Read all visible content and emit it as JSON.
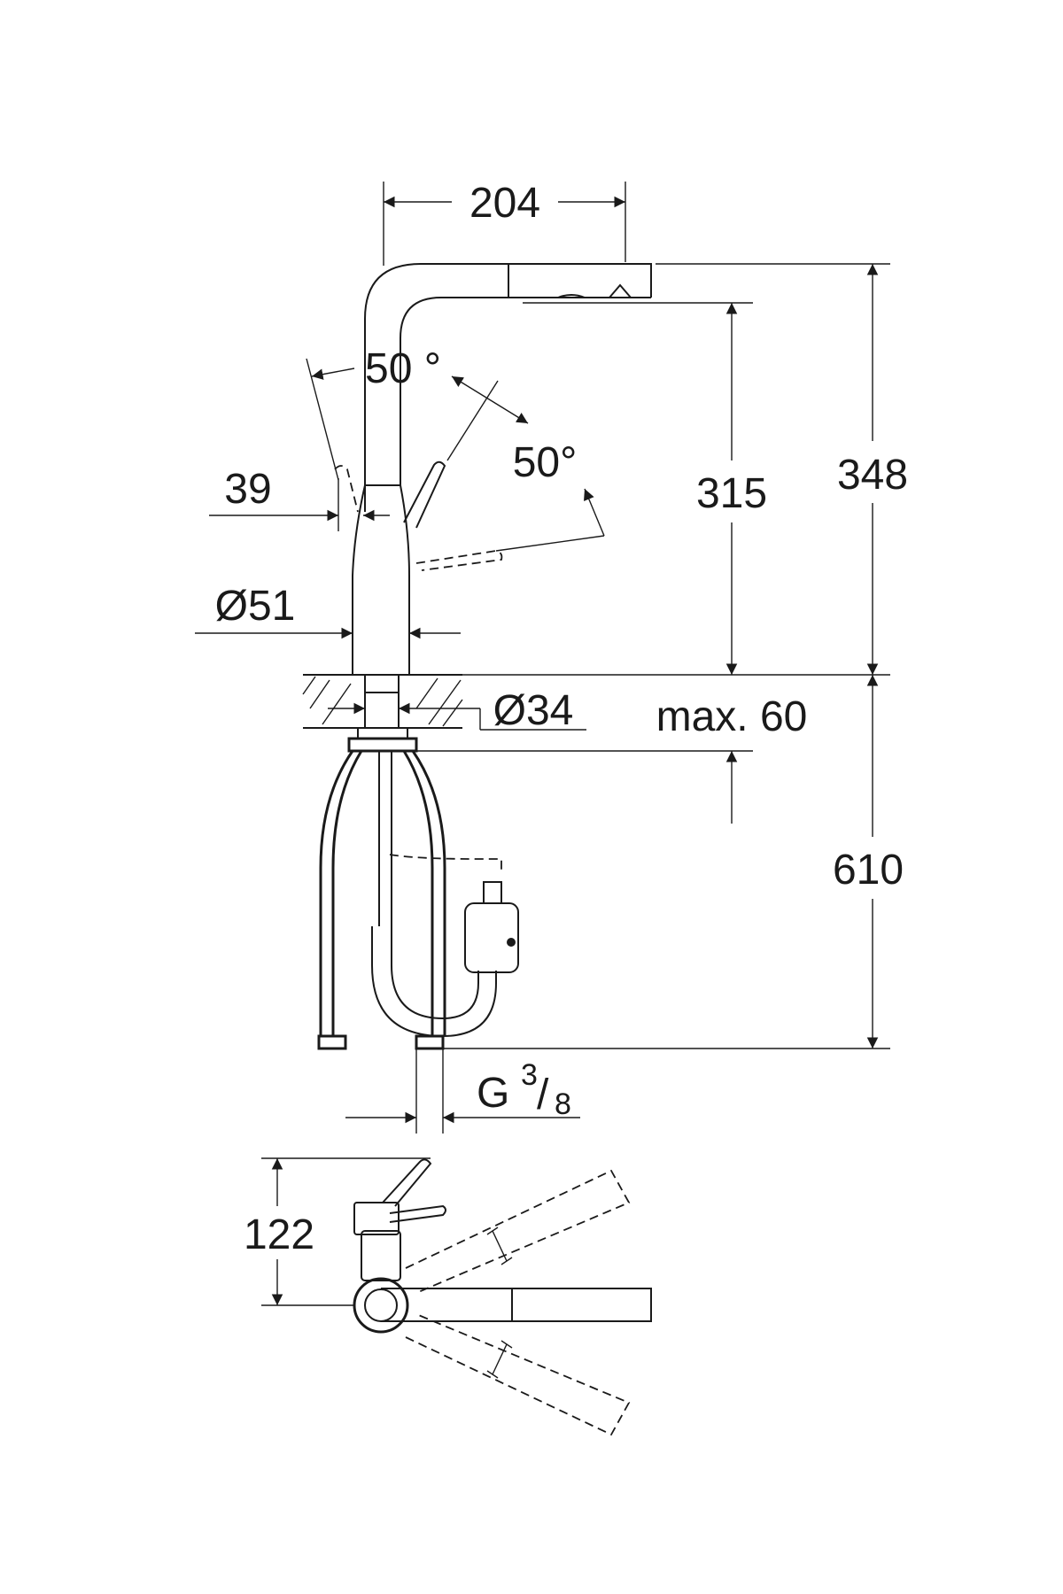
{
  "dimensions": {
    "spout_reach": "204",
    "angle_left": "50 °",
    "angle_right": "50°",
    "lever_offset": "39",
    "body_diameter": "Ø51",
    "shank_diameter": "Ø34",
    "spout_height": "315",
    "total_height": "348",
    "max_counter": "max. 60",
    "hose_length": "610",
    "connection_thread": "G",
    "connection_num": "3",
    "connection_sep": "/",
    "connection_den": "8",
    "top_view_depth": "122"
  },
  "colors": {
    "line": "#1a1a1a",
    "background": "#ffffff"
  }
}
